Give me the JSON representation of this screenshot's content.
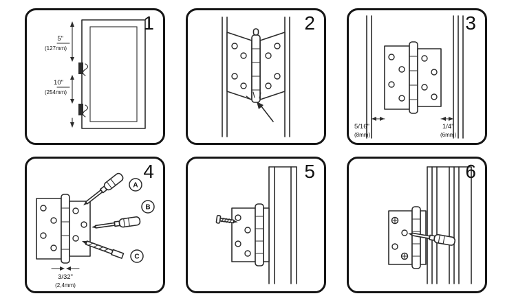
{
  "sheet": {
    "background": "#ffffff",
    "border_color": "#151515",
    "line_color": "#2b2b2b"
  },
  "panels": [
    {
      "number": "1",
      "labels": {
        "inch_top": "5\"",
        "mm_top": "(127mm)",
        "inch_bottom": "10\"",
        "mm_bottom": "(254mm)"
      }
    },
    {
      "number": "2",
      "labels": {}
    },
    {
      "number": "3",
      "labels": {
        "left_inch": "5/16\"",
        "left_mm": "(8mm)",
        "right_inch": "1/4\"",
        "right_mm": "(6mm)"
      }
    },
    {
      "number": "4",
      "labels": {
        "tool_a": "A",
        "tool_b": "B",
        "tool_c": "C",
        "bit_inch": "3/32\"",
        "bit_mm": "(2,4mm)"
      }
    },
    {
      "number": "5",
      "labels": {}
    },
    {
      "number": "6",
      "labels": {}
    }
  ]
}
